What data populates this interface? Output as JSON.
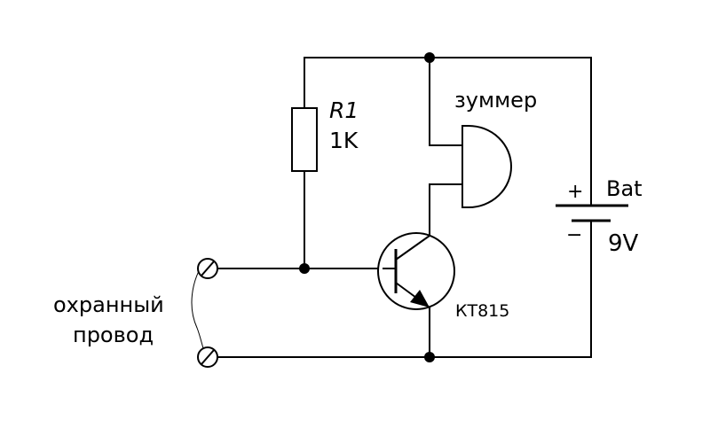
{
  "labels": {
    "resistor_name": "R1",
    "resistor_value": "1K",
    "buzzer": "зуммер",
    "battery_name": "Bat",
    "battery_voltage": "9V",
    "battery_plus": "+",
    "battery_minus": "−",
    "transistor": "КТ815",
    "guard_wire_line1": "охранный",
    "guard_wire_line2": "провод"
  },
  "colors": {
    "ink": "#000000",
    "background": "#ffffff"
  }
}
